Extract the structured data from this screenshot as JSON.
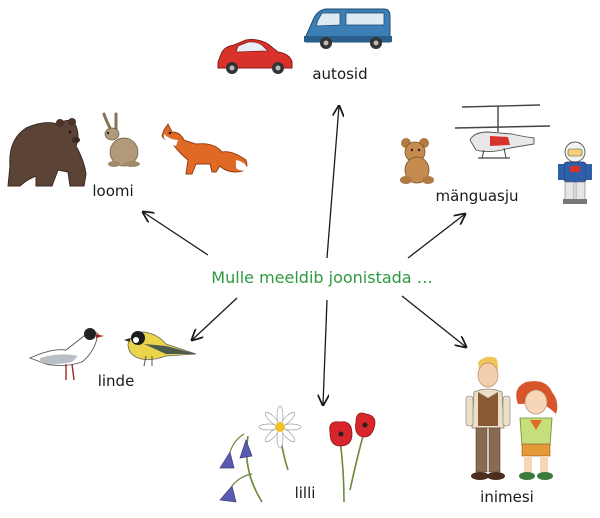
{
  "center": {
    "text": "Mulle meeldib joonistada …",
    "color": "#2e9a3f"
  },
  "topics": {
    "autosid": "autosid",
    "manguasju": "mänguasju",
    "inimesi": "inimesi",
    "lilli": "lilli",
    "linde": "linde",
    "loomi": "loomi"
  },
  "icons": {
    "autosid": [
      "red-car-icon",
      "blue-van-icon"
    ],
    "manguasju": [
      "teddy-bear-icon",
      "toy-helicopter-icon",
      "toy-astronaut-figure-icon"
    ],
    "inimesi": [
      "boy-icon",
      "girl-icon"
    ],
    "lilli": [
      "bluebell-icon",
      "daisy-icon",
      "poppy-icon"
    ],
    "linde": [
      "gull-icon",
      "great-tit-icon"
    ],
    "loomi": [
      "bear-icon",
      "hare-icon",
      "fox-icon"
    ]
  },
  "colors": {
    "text": "#1a1a1a",
    "accent_green": "#2e9a3f",
    "car_red": "#d8322b",
    "van_blue": "#3b7fb6",
    "fox_orange": "#e06a25",
    "poppy_red": "#d8242b",
    "bluebell_purple": "#5a5bb0",
    "bear_brown": "#5b4336"
  }
}
